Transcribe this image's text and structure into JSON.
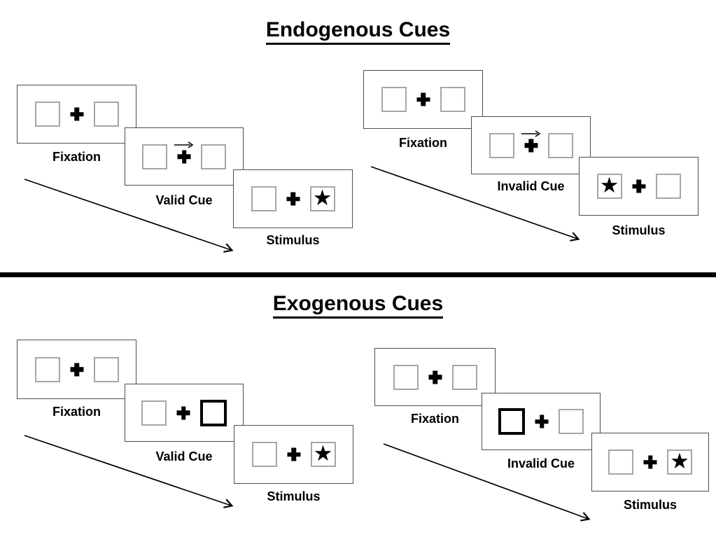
{
  "page": {
    "background": "#ffffff"
  },
  "colors": {
    "ink": "#000000",
    "panel_border": "#4d4d4d",
    "placeholder_box_border": "#a6a6a6",
    "cue_highlight_border": "#000000"
  },
  "glyphs": {
    "star": "★"
  },
  "sections": [
    {
      "title": "Endogenous Cues",
      "groups": [
        {
          "name": "valid",
          "cue_type": "central-arrow-right",
          "stimulus_side": "right",
          "steps": [
            {
              "label": "Fixation"
            },
            {
              "label": "Valid Cue"
            },
            {
              "label": "Stimulus"
            }
          ]
        },
        {
          "name": "invalid",
          "cue_type": "central-arrow-right",
          "stimulus_side": "left",
          "steps": [
            {
              "label": "Fixation"
            },
            {
              "label": "Invalid Cue"
            },
            {
              "label": "Stimulus"
            }
          ]
        }
      ]
    },
    {
      "title": "Exogenous Cues",
      "groups": [
        {
          "name": "valid",
          "cue_type": "peripheral-highlight-right",
          "stimulus_side": "right",
          "steps": [
            {
              "label": "Fixation"
            },
            {
              "label": "Valid Cue"
            },
            {
              "label": "Stimulus"
            }
          ]
        },
        {
          "name": "invalid",
          "cue_type": "peripheral-highlight-left",
          "stimulus_side": "right",
          "steps": [
            {
              "label": "Fixation"
            },
            {
              "label": "Invalid Cue"
            },
            {
              "label": "Stimulus"
            }
          ]
        }
      ]
    }
  ]
}
